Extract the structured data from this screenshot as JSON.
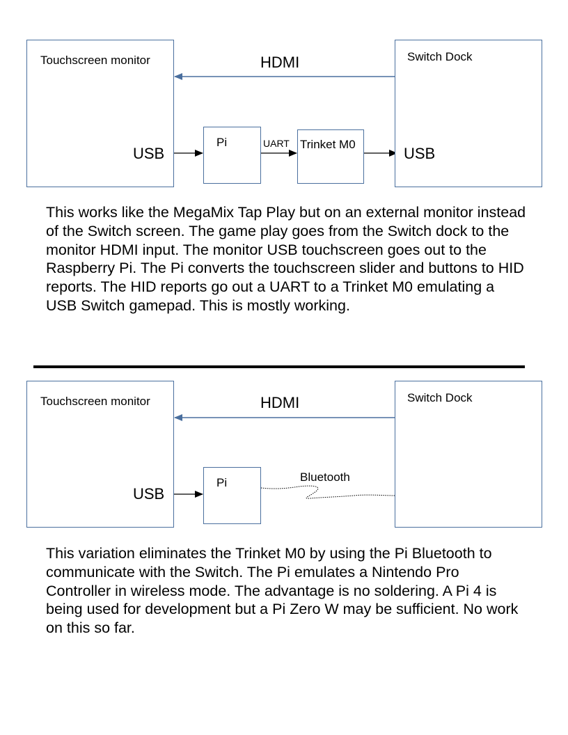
{
  "diagram1": {
    "touchscreen_label": "Touchscreen monitor",
    "dock_label": "Switch Dock",
    "hdmi_label": "HDMI",
    "usb_left_label": "USB",
    "pi_label": "Pi",
    "uart_label": "UART",
    "trinket_label": "Trinket M0",
    "usb_right_label": "USB"
  },
  "description1": "This works like the MegaMix Tap Play but on an external monitor instead of the Switch screen. The game play goes from the Switch dock to the monitor HDMI input. The monitor USB touchscreen goes out to the Raspberry Pi. The Pi converts the touchscreen slider and buttons to HID reports. The HID reports go out a UART to a Trinket M0 emulating a USB Switch gamepad. This is mostly working.",
  "diagram2": {
    "touchscreen_label": "Touchscreen monitor",
    "dock_label": "Switch Dock",
    "hdmi_label": "HDMI",
    "usb_left_label": "USB",
    "pi_label": "Pi",
    "bluetooth_label": "Bluetooth"
  },
  "description2": "This variation eliminates the Trinket M0 by using the Pi Bluetooth to communicate with the Switch. The Pi emulates a Nintendo Pro Controller in wireless mode. The advantage is no soldering. A Pi 4 is being used for development but a Pi Zero W may be sufficient. No work on this so far.",
  "colors": {
    "box_border": "#4a6f9e",
    "hdmi_arrow": "#4a6f9e",
    "usb_arrow": "#000000"
  }
}
